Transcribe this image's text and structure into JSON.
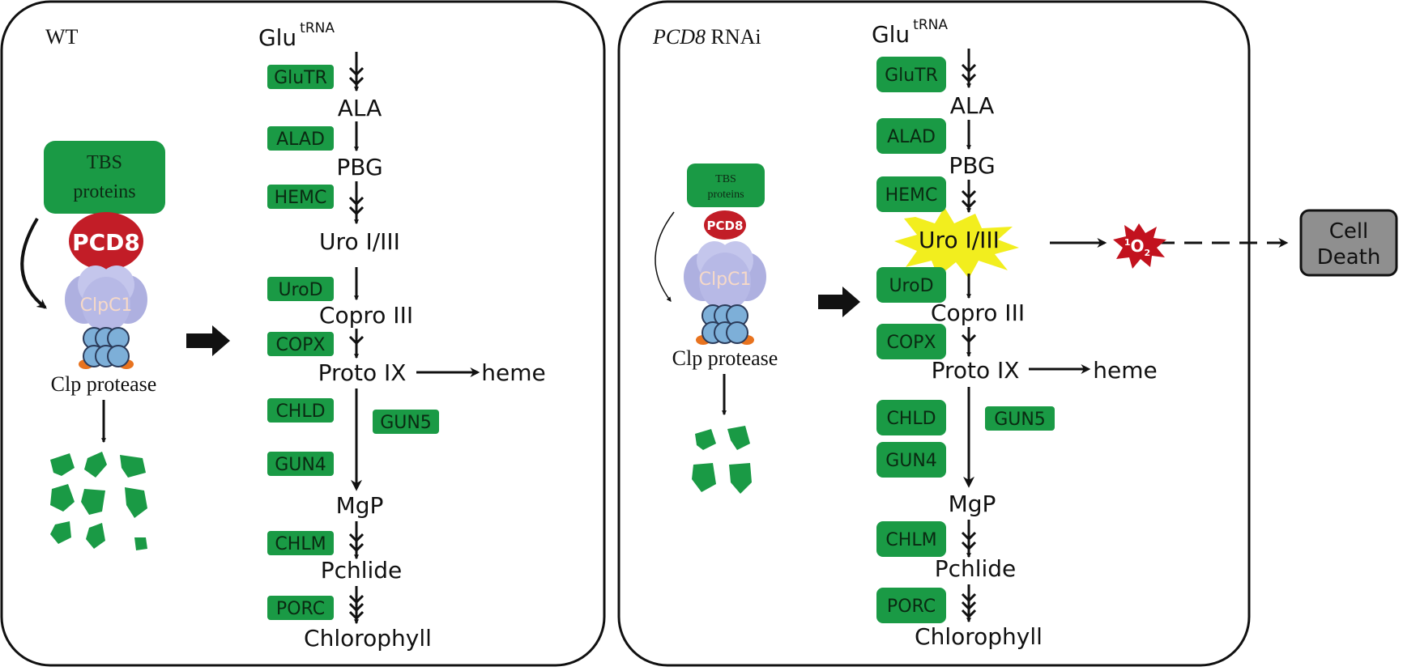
{
  "colors": {
    "enzyme_green": "#1a9a45",
    "enzyme_text": "#0a2a12",
    "pcd8_red": "#c21d27",
    "clpc1_purple": "#aeb0e0",
    "clp_blue": "#7dafd8",
    "clp_orange": "#e8731f",
    "star_yellow": "#f2ee1e",
    "singlet_red": "#c2121e",
    "cell_death_gray": "#8f8f8f"
  },
  "wt_panel": {
    "title": "WT",
    "tbs_line1": "TBS",
    "tbs_line2": "proteins",
    "pcd8": "PCD8",
    "clpc1": "ClpC1",
    "clp_protease": "Clp protease",
    "pathway": {
      "glu": "Glu",
      "glu_sup": "tRNA",
      "ala": "ALA",
      "pbg": "PBG",
      "uro": "Uro I/III",
      "copro": "Copro III",
      "proto": "Proto IX",
      "heme": "heme",
      "mgp": "MgP",
      "pchlide": "Pchlide",
      "chlorophyll": "Chlorophyll"
    },
    "enzymes": {
      "glutr": "GluTR",
      "alad": "ALAD",
      "hemc": "HEMC",
      "urod": "UroD",
      "copx": "COPX",
      "chld": "CHLD",
      "gun5": "GUN5",
      "gun4": "GUN4",
      "chlm": "CHLM",
      "porc": "PORC"
    }
  },
  "rnai_panel": {
    "title_italic": "PCD8",
    "title_rest": " RNAi",
    "tbs_line1": "TBS",
    "tbs_line2": "proteins",
    "pcd8": "PCD8",
    "clpc1": "ClpC1",
    "clp_protease": "Clp protease",
    "pathway": {
      "glu": "Glu",
      "glu_sup": "tRNA",
      "ala": "ALA",
      "pbg": "PBG",
      "uro": "Uro I/III",
      "copro": "Copro III",
      "proto": "Proto IX",
      "heme": "heme",
      "mgp": "MgP",
      "pchlide": "Pchlide",
      "chlorophyll": "Chlorophyll"
    },
    "enzymes": {
      "glutr": "GluTR",
      "alad": "ALAD",
      "hemc": "HEMC",
      "urod": "UroD",
      "copx": "COPX",
      "chld": "CHLD",
      "gun5": "GUN5",
      "gun4": "GUN4",
      "chlm": "CHLM",
      "porc": "PORC"
    },
    "singlet_oxygen": {
      "sup": "1",
      "main": "O",
      "sub": "2"
    },
    "cell_death_line1": "Cell",
    "cell_death_line2": "Death"
  }
}
